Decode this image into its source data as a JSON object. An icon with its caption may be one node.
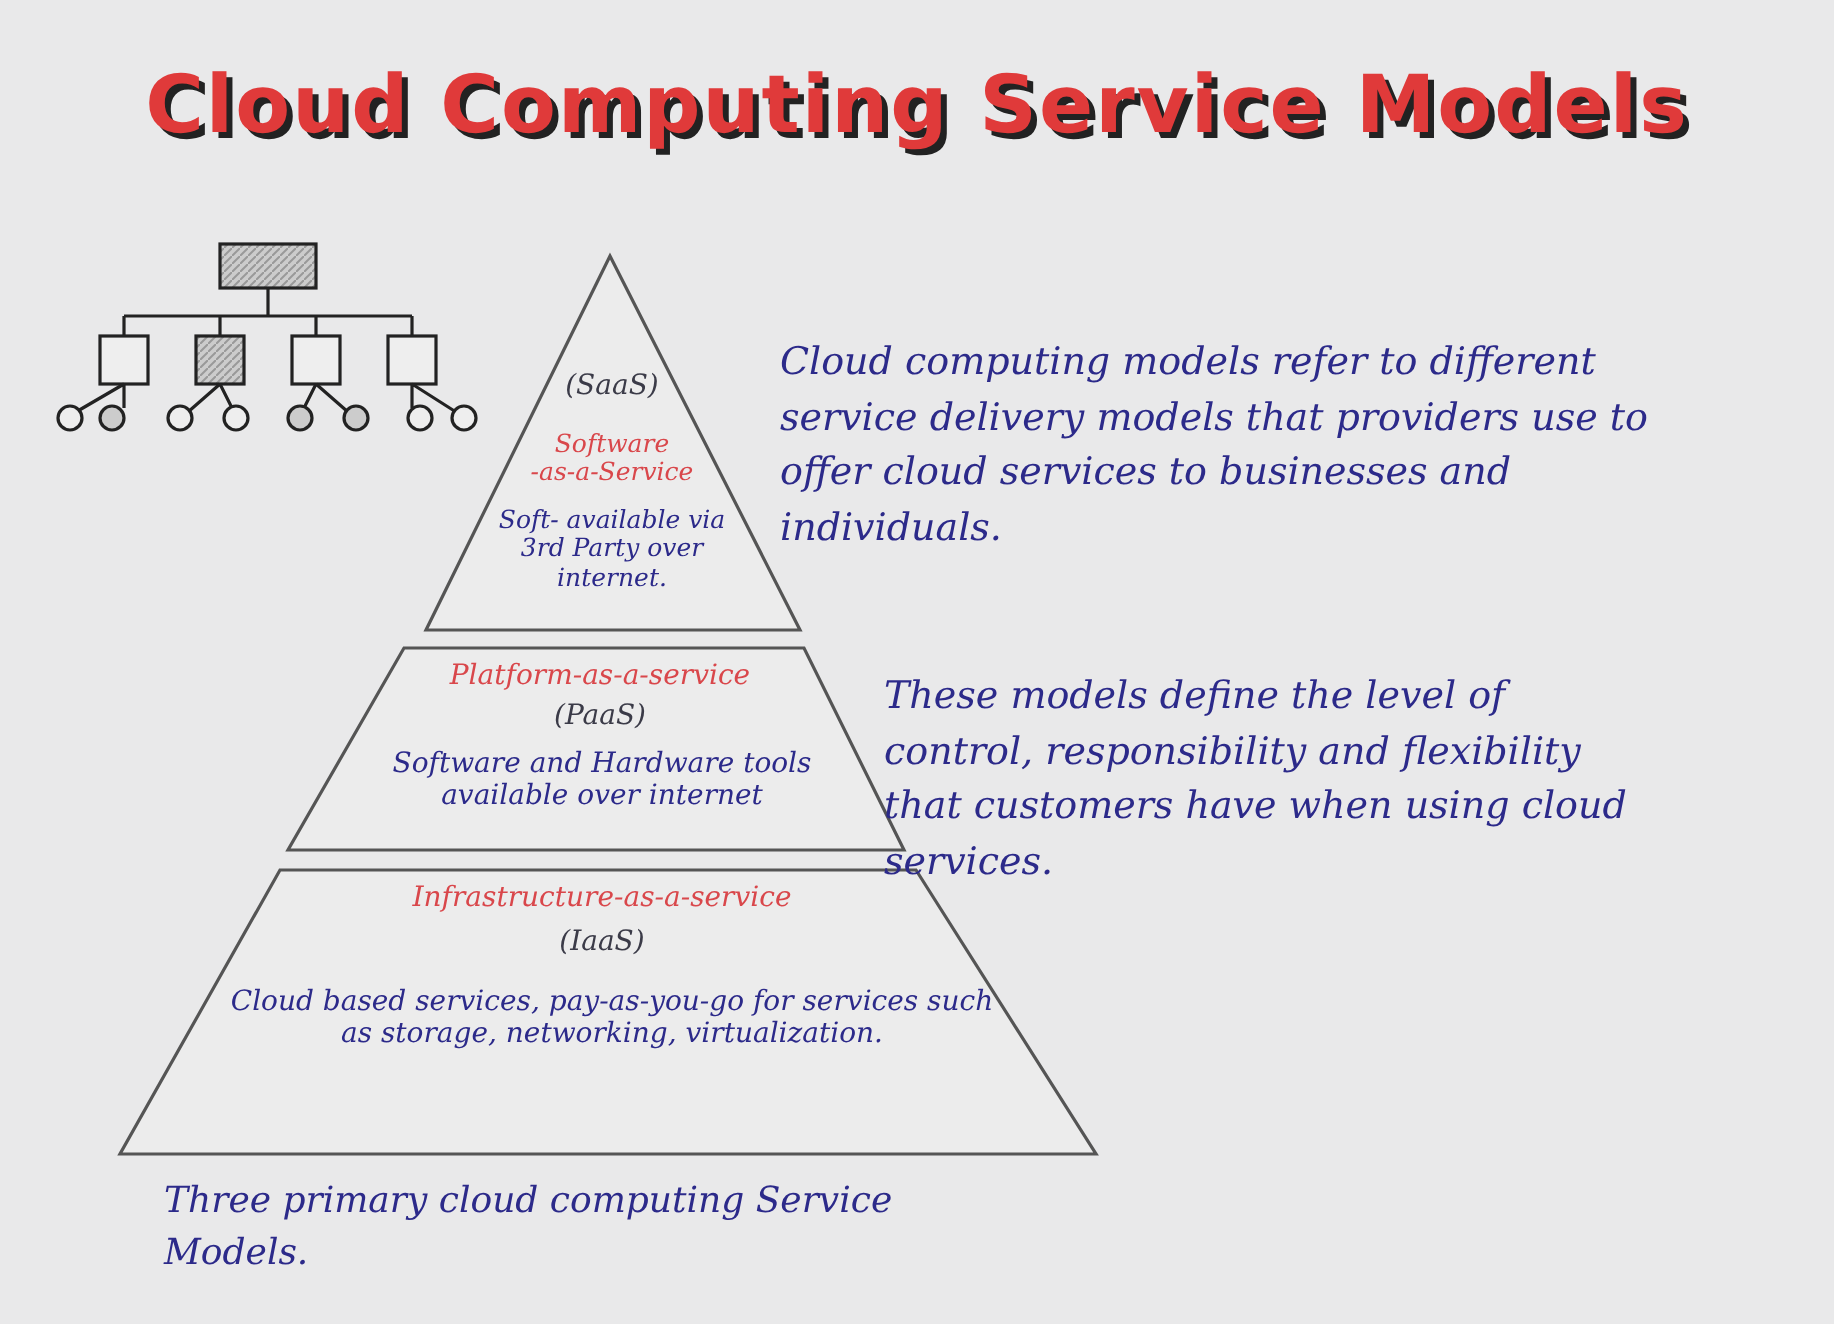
{
  "diagram": {
    "title": "Cloud Computing Service Models",
    "nodes": [
      {
        "text": [
          "(SaaS)",
          "Software -as-a-Service",
          "Soft- available via 3rd Party over internet."
        ]
      },
      {
        "text": [
          "Platform-as-a-service",
          "(PaaS)",
          "Software and Hardware tools available over internet"
        ]
      },
      {
        "text": [
          "Infrastructure-as-a-service",
          "(IaaS)",
          "Cloud based services, pay-as-you-go for services such as storage, networking, virtualization."
        ]
      }
    ],
    "labels": [
      "Cloud computing models refer to different service delivery models that providers use to offer cloud services to businesses and individuals.",
      "These models define the level of control, responsibility and flexibility that customers have when using cloud services."
    ],
    "caption": "Three primary cloud computing Service Models."
  }
}
